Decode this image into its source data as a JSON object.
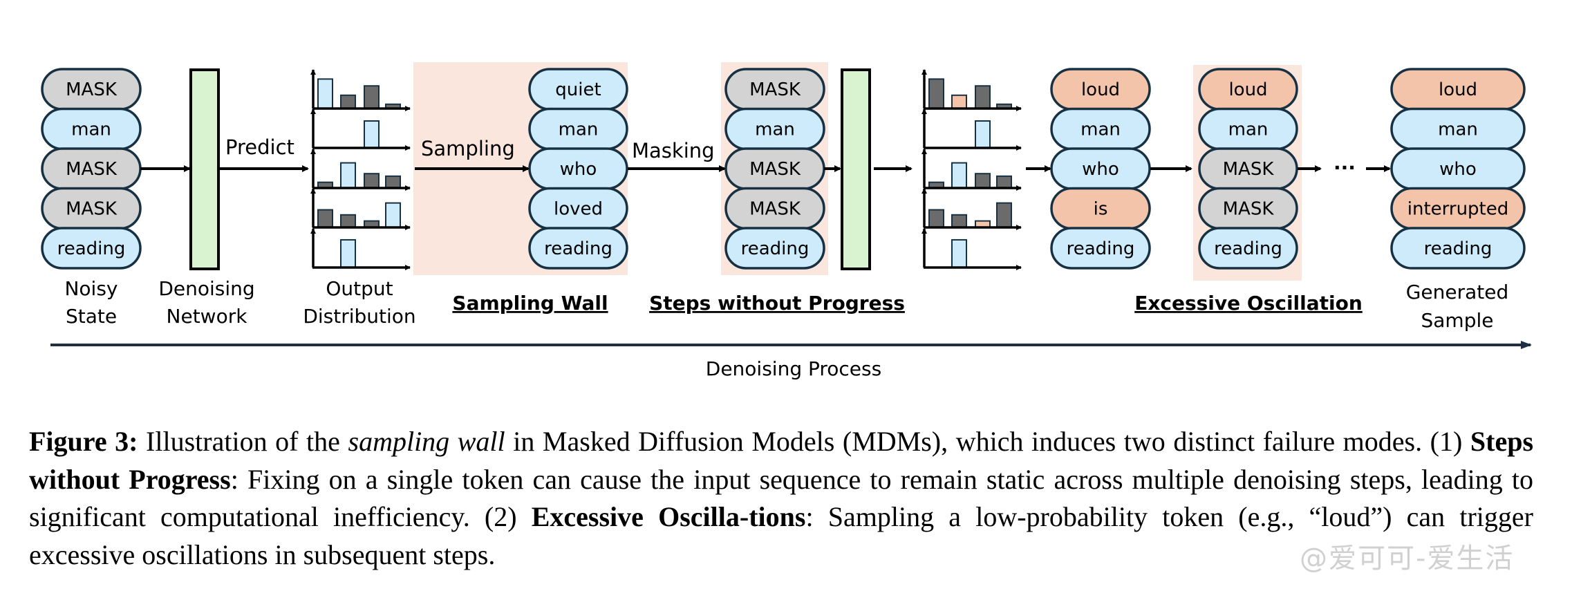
{
  "figure": {
    "colors": {
      "mask_fill": "#d3d3d3",
      "token_fill": "#cdebfa",
      "sampled_fill": "#f3c4aa",
      "highlight_bg": "#fae6dd",
      "network_fill": "#d9f2cf",
      "outline": "#173042",
      "bar_dark": "#6b6b6b",
      "axis_line": "#1f2f44"
    },
    "columns": [
      {
        "id": "noisy-state",
        "tokens": [
          {
            "text": "MASK",
            "kind": "mask"
          },
          {
            "text": "man",
            "kind": "token"
          },
          {
            "text": "MASK",
            "kind": "mask"
          },
          {
            "text": "MASK",
            "kind": "mask"
          },
          {
            "text": "reading",
            "kind": "token"
          }
        ]
      },
      {
        "id": "sampled-state",
        "tokens": [
          {
            "text": "quiet",
            "kind": "token"
          },
          {
            "text": "man",
            "kind": "token"
          },
          {
            "text": "who",
            "kind": "token"
          },
          {
            "text": "loved",
            "kind": "token"
          },
          {
            "text": "reading",
            "kind": "token"
          }
        ]
      },
      {
        "id": "remasked-state",
        "tokens": [
          {
            "text": "MASK",
            "kind": "mask"
          },
          {
            "text": "man",
            "kind": "token"
          },
          {
            "text": "MASK",
            "kind": "mask"
          },
          {
            "text": "MASK",
            "kind": "mask"
          },
          {
            "text": "reading",
            "kind": "token"
          }
        ]
      },
      {
        "id": "oscillating-state",
        "tokens": [
          {
            "text": "loud",
            "kind": "sampled"
          },
          {
            "text": "man",
            "kind": "token"
          },
          {
            "text": "who",
            "kind": "token"
          },
          {
            "text": "is",
            "kind": "sampled"
          },
          {
            "text": "reading",
            "kind": "token"
          }
        ]
      },
      {
        "id": "remasked-oscillation-state",
        "tokens": [
          {
            "text": "loud",
            "kind": "sampled"
          },
          {
            "text": "man",
            "kind": "token"
          },
          {
            "text": "MASK",
            "kind": "mask"
          },
          {
            "text": "MASK",
            "kind": "mask"
          },
          {
            "text": "reading",
            "kind": "token"
          }
        ]
      },
      {
        "id": "generated-sample",
        "tokens": [
          {
            "text": "loud",
            "kind": "sampled"
          },
          {
            "text": "man",
            "kind": "token"
          },
          {
            "text": "who",
            "kind": "token"
          },
          {
            "text": "interrupted",
            "kind": "sampled"
          },
          {
            "text": "reading",
            "kind": "token"
          }
        ]
      }
    ],
    "distributions": [
      {
        "id": "output-distribution-1",
        "rows": [
          [
            {
              "v": 0.82,
              "c": "token"
            },
            {
              "v": 0.37,
              "c": "dark"
            },
            {
              "v": 0.63,
              "c": "dark"
            },
            {
              "v": 0.12,
              "c": "dark"
            }
          ],
          [
            {
              "v": 0,
              "c": "none"
            },
            {
              "v": 0,
              "c": "none"
            },
            {
              "v": 0.75,
              "c": "token"
            },
            {
              "v": 0,
              "c": "none"
            }
          ],
          [
            {
              "v": 0.16,
              "c": "dark"
            },
            {
              "v": 0.7,
              "c": "token"
            },
            {
              "v": 0.4,
              "c": "dark"
            },
            {
              "v": 0.33,
              "c": "dark"
            }
          ],
          [
            {
              "v": 0.49,
              "c": "dark"
            },
            {
              "v": 0.35,
              "c": "dark"
            },
            {
              "v": 0.18,
              "c": "dark"
            },
            {
              "v": 0.68,
              "c": "token"
            }
          ],
          [
            {
              "v": 0,
              "c": "none"
            },
            {
              "v": 0.77,
              "c": "token"
            },
            {
              "v": 0,
              "c": "none"
            },
            {
              "v": 0,
              "c": "none"
            }
          ]
        ]
      },
      {
        "id": "output-distribution-2",
        "rows": [
          [
            {
              "v": 0.82,
              "c": "dark"
            },
            {
              "v": 0.37,
              "c": "sampled"
            },
            {
              "v": 0.63,
              "c": "dark"
            },
            {
              "v": 0.12,
              "c": "dark"
            }
          ],
          [
            {
              "v": 0,
              "c": "none"
            },
            {
              "v": 0,
              "c": "none"
            },
            {
              "v": 0.75,
              "c": "token"
            },
            {
              "v": 0,
              "c": "none"
            }
          ],
          [
            {
              "v": 0.16,
              "c": "dark"
            },
            {
              "v": 0.7,
              "c": "token"
            },
            {
              "v": 0.4,
              "c": "dark"
            },
            {
              "v": 0.33,
              "c": "dark"
            }
          ],
          [
            {
              "v": 0.49,
              "c": "dark"
            },
            {
              "v": 0.35,
              "c": "dark"
            },
            {
              "v": 0.18,
              "c": "sampled"
            },
            {
              "v": 0.68,
              "c": "dark"
            }
          ],
          [
            {
              "v": 0,
              "c": "none"
            },
            {
              "v": 0.77,
              "c": "token"
            },
            {
              "v": 0,
              "c": "none"
            },
            {
              "v": 0,
              "c": "none"
            }
          ]
        ]
      }
    ],
    "arrow_labels": {
      "predict": "Predict",
      "sampling": "Sampling",
      "masking": "Masking",
      "ellipsis": "···"
    },
    "component_labels": {
      "noisy_state": [
        "Noisy",
        "State"
      ],
      "denoising_network": [
        "Denoising",
        "Network"
      ],
      "output_distribution": [
        "Output",
        "Distribution"
      ],
      "generated_sample": [
        "Generated",
        "Sample"
      ]
    },
    "highlight_labels": {
      "sampling_wall": "Sampling Wall",
      "steps_without_progress": "Steps without Progress",
      "excessive_oscillation": "Excessive Oscillation"
    },
    "timeline_label": "Denoising Process"
  },
  "caption": {
    "figure_label": "Figure 3:",
    "part1": " Illustration of the ",
    "italic_term": "sampling wall",
    "part2": " in Masked Diffusion Models (MDMs), which induces two distinct failure modes.  (1) ",
    "bold1": "Steps without Progress",
    "part3": ": Fixing on a single token can cause the input sequence to remain static across multiple denoising steps, leading to significant computational inefficiency. (2) ",
    "bold2": "Excessive Oscilla-tions",
    "part4": ": Sampling a low-probability token (e.g., “loud”) can trigger excessive oscillations in subsequent steps."
  },
  "watermark": "@爱可可-爱生活"
}
